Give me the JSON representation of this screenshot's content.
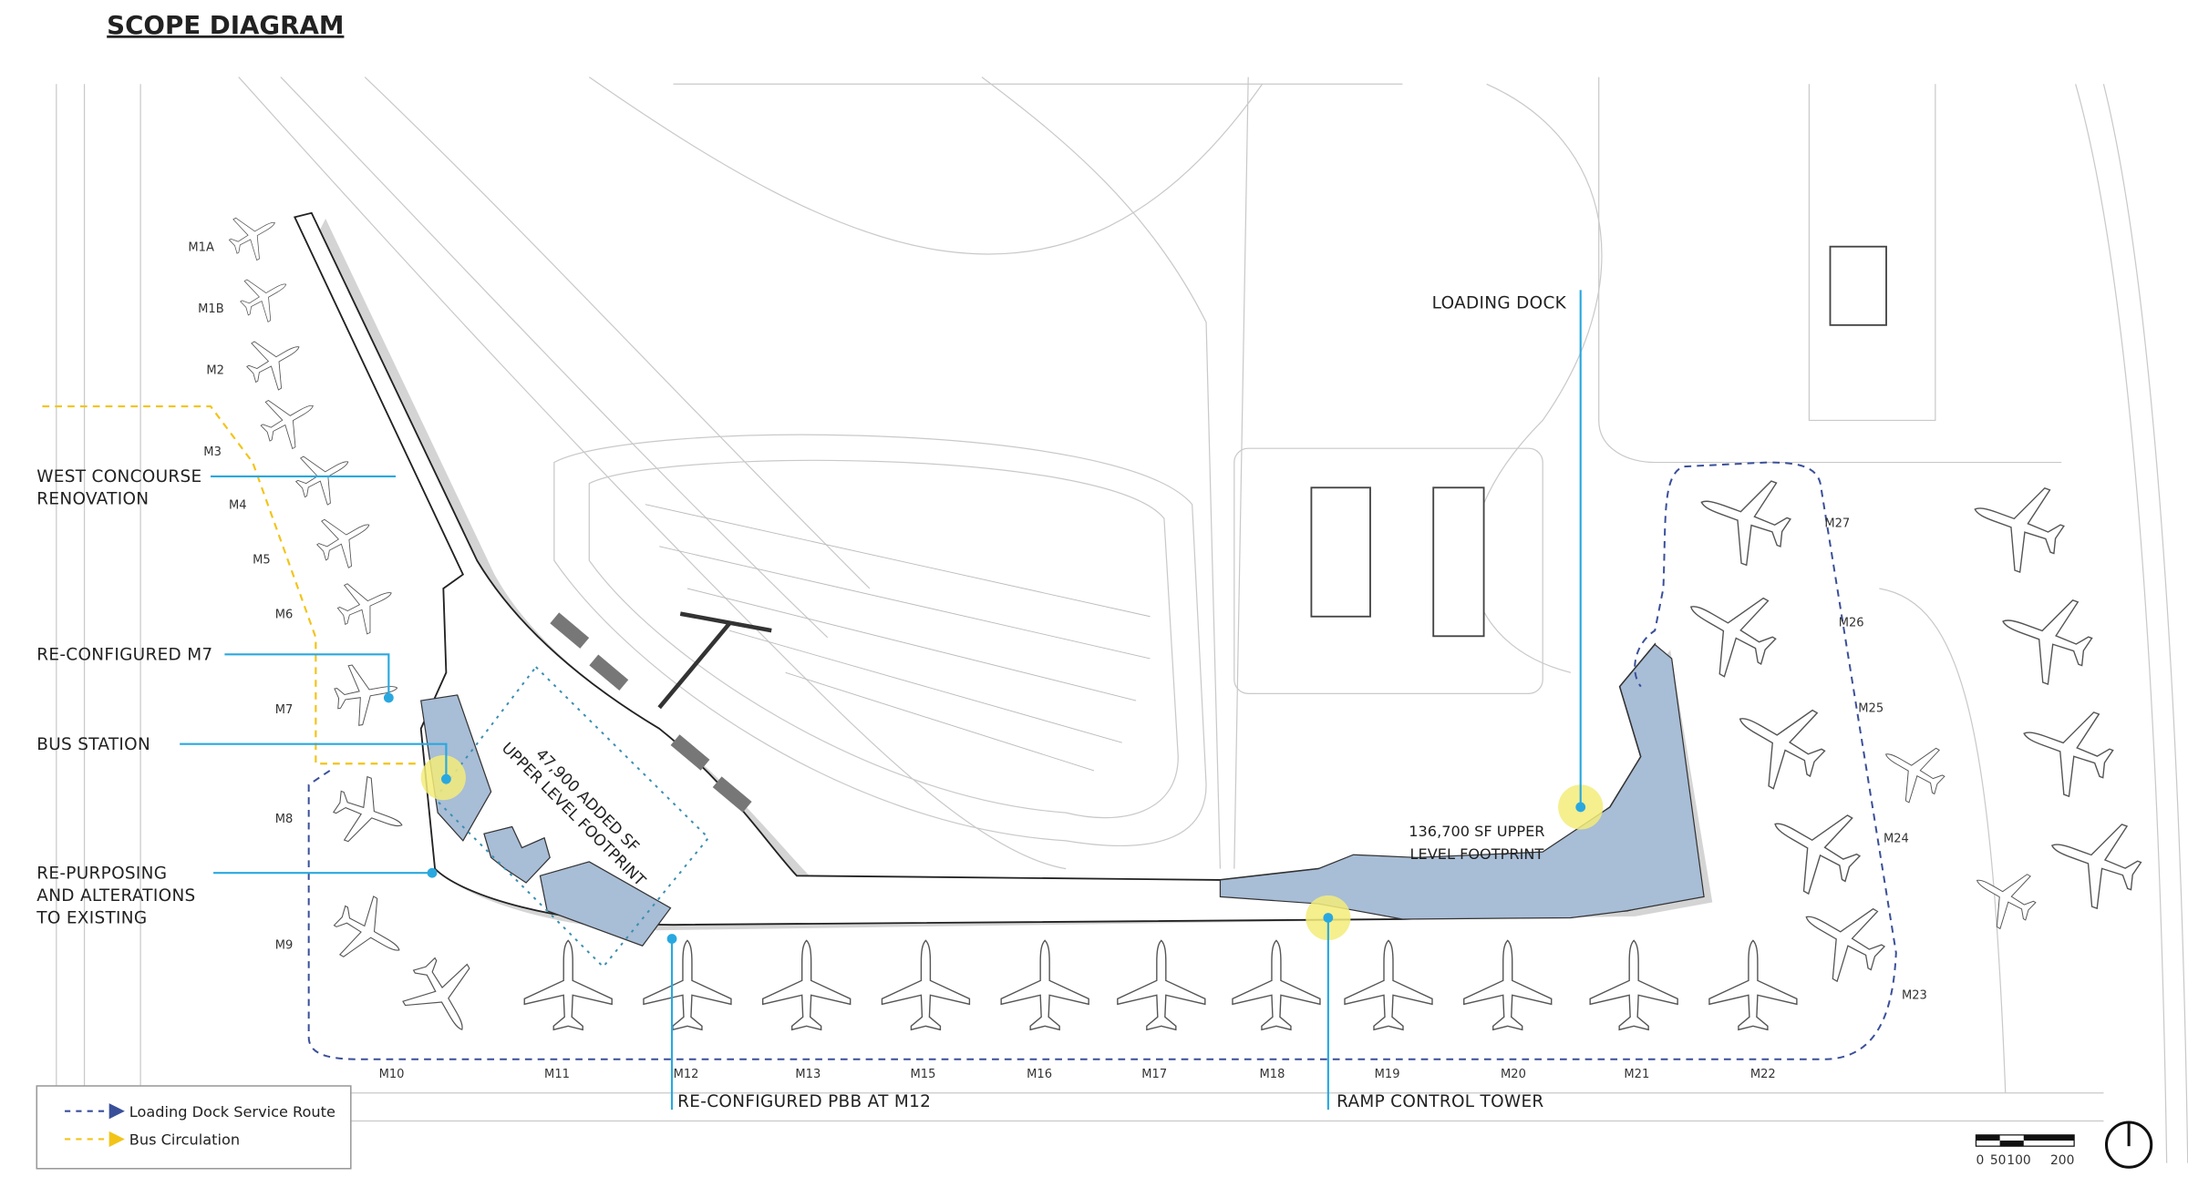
{
  "title": "SCOPE DIAGRAM",
  "callouts": {
    "west_concourse": [
      "WEST CONCOURSE",
      "RENOVATION"
    ],
    "m7": "RE-CONFIGURED M7",
    "bus_station": "BUS STATION",
    "repurposing": [
      "RE-PURPOSING",
      "AND ALTERATIONS",
      "TO EXISTING"
    ],
    "pbb_m12": "RE-CONFIGURED PBB AT M12",
    "ramp_tower": "RAMP CONTROL TOWER",
    "loading_dock": "LOADING DOCK"
  },
  "footprints": {
    "west": [
      "47,900 ADDED SF",
      "UPPER LEVEL FOOTPRINT"
    ],
    "east": [
      "136,700 SF UPPER",
      "LEVEL FOOTPRINT"
    ]
  },
  "gates": [
    "M1A",
    "M1B",
    "M2",
    "M3",
    "M4",
    "M5",
    "M6",
    "M7",
    "M8",
    "M9",
    "M10",
    "M11",
    "M12",
    "M13",
    "M15",
    "M16",
    "M17",
    "M18",
    "M19",
    "M20",
    "M21",
    "M22",
    "M23",
    "M24",
    "M25",
    "M26",
    "M27"
  ],
  "legend": {
    "items": [
      {
        "label": "Loading Dock Service Route",
        "color": "#3a4f9a"
      },
      {
        "label": "Bus Circulation",
        "color": "#f2c418"
      }
    ]
  },
  "scale_bar": {
    "ticks": [
      "0",
      "50",
      "100",
      "200"
    ]
  },
  "colors": {
    "footprint": "#a8bdd6",
    "leader": "#29a8e0",
    "highlight": "#f3ec7a"
  },
  "north_arrow": "north-arrow-icon"
}
